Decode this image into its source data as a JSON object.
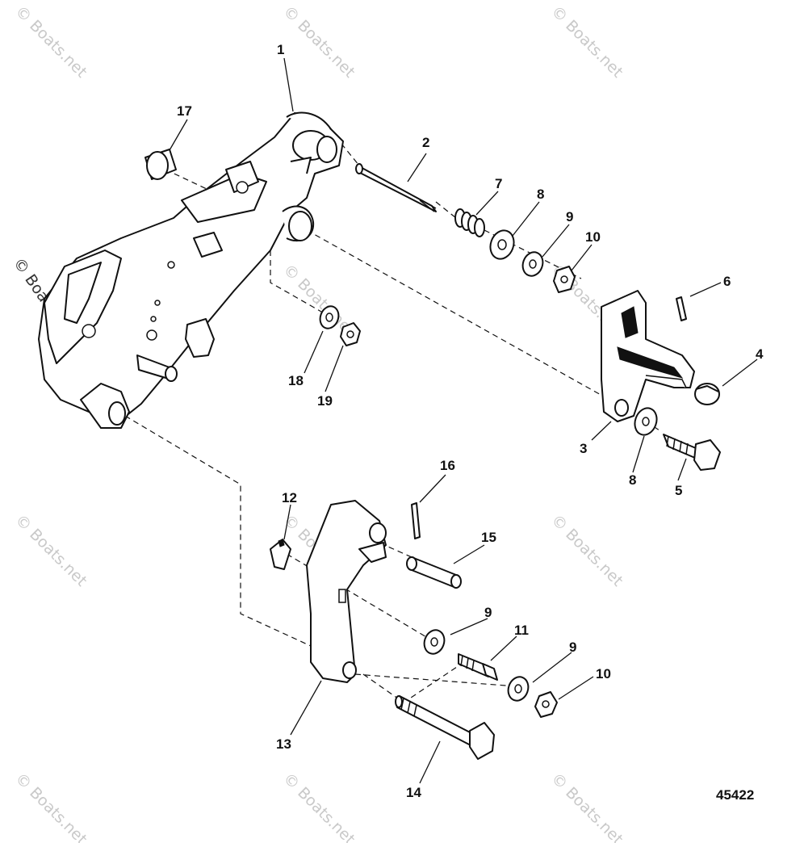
{
  "watermark": {
    "text": "© Boats.net"
  },
  "figure_number": "45422",
  "callouts": [
    {
      "id": "c1",
      "label": "1"
    },
    {
      "id": "c2",
      "label": "2"
    },
    {
      "id": "c3",
      "label": "3"
    },
    {
      "id": "c4",
      "label": "4"
    },
    {
      "id": "c5",
      "label": "5"
    },
    {
      "id": "c6",
      "label": "6"
    },
    {
      "id": "c7",
      "label": "7"
    },
    {
      "id": "c8a",
      "label": "8"
    },
    {
      "id": "c8b",
      "label": "8"
    },
    {
      "id": "c9a",
      "label": "9"
    },
    {
      "id": "c9b",
      "label": "9"
    },
    {
      "id": "c9c",
      "label": "9"
    },
    {
      "id": "c10a",
      "label": "10"
    },
    {
      "id": "c10b",
      "label": "10"
    },
    {
      "id": "c11",
      "label": "11"
    },
    {
      "id": "c12",
      "label": "12"
    },
    {
      "id": "c13",
      "label": "13"
    },
    {
      "id": "c14",
      "label": "14"
    },
    {
      "id": "c15",
      "label": "15"
    },
    {
      "id": "c16",
      "label": "16"
    },
    {
      "id": "c17",
      "label": "17"
    },
    {
      "id": "c18",
      "label": "18"
    },
    {
      "id": "c19",
      "label": "19"
    }
  ]
}
